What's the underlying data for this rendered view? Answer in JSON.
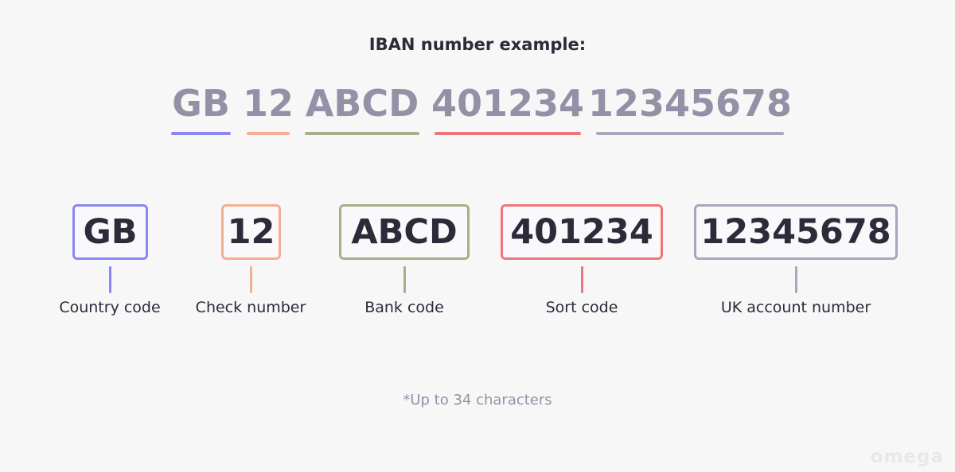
{
  "title": "IBAN number example:",
  "iban_parts": [
    {
      "text": "GB",
      "color": "#8a87f2"
    },
    {
      "text": "12",
      "color": "#f5ad93"
    },
    {
      "text": "ABCD",
      "color": "#a5b088"
    },
    {
      "text": "401234",
      "color": "#f0757a"
    },
    {
      "text": "12345678",
      "color": "#a9a7bb"
    }
  ],
  "segments": [
    {
      "value": "GB",
      "label": "Country code",
      "color": "#8a87f2"
    },
    {
      "value": "12",
      "label": "Check number",
      "color": "#f5ad93"
    },
    {
      "value": "ABCD",
      "label": "Bank code",
      "color": "#a5b088"
    },
    {
      "value": "401234",
      "label": "Sort code",
      "color": "#f0757a"
    },
    {
      "value": "12345678",
      "label": "UK account number",
      "color": "#a9a7bb"
    }
  ],
  "footnote": "*Up to 34 characters",
  "brand": "omega"
}
